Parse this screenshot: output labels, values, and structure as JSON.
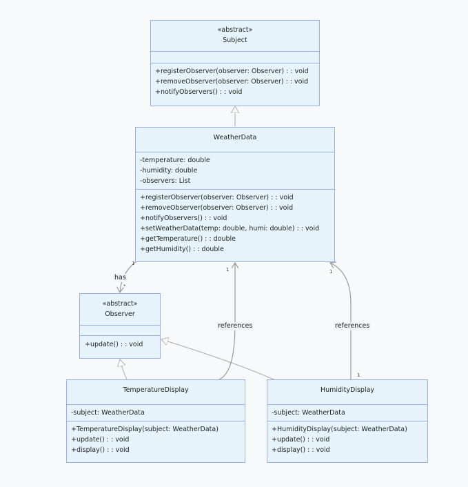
{
  "classes": {
    "subject": {
      "stereotype": "«abstract»",
      "name": "Subject",
      "attributes": [],
      "methods": [
        "+registerObserver(observer: Observer) : : void",
        "+removeObserver(observer: Observer) : : void",
        "+notifyObservers() : : void"
      ]
    },
    "weatherdata": {
      "name": "WeatherData",
      "attributes": [
        "-temperature: double",
        "-humidity: double",
        "-observers: List"
      ],
      "methods": [
        "+registerObserver(observer: Observer) : : void",
        "+removeObserver(observer: Observer) : : void",
        "+notifyObservers() : : void",
        "+setWeatherData(temp: double, humi: double) : : void",
        "+getTemperature() : : double",
        "+getHumidity() : : double"
      ]
    },
    "observer": {
      "stereotype": "«abstract»",
      "name": "Observer",
      "attributes": [],
      "methods": [
        "+update() : : void"
      ]
    },
    "temperaturedisplay": {
      "name": "TemperatureDisplay",
      "attributes": [
        "-subject: WeatherData"
      ],
      "methods": [
        "+TemperatureDisplay(subject: WeatherData)",
        "+update() : : void",
        "+display() : : void"
      ]
    },
    "humiditydisplay": {
      "name": "HumidityDisplay",
      "attributes": [
        "-subject: WeatherData"
      ],
      "methods": [
        "+HumidityDisplay(subject: WeatherData)",
        "+update() : : void",
        "+display() : : void"
      ]
    }
  },
  "relations": {
    "has": {
      "label": "has",
      "source_mult": "1",
      "target_mult": "*"
    },
    "temp_ref": {
      "label": "references",
      "target_mult": "1"
    },
    "humi_ref": {
      "label": "references",
      "source_mult": "1",
      "target_mult": "1"
    }
  }
}
